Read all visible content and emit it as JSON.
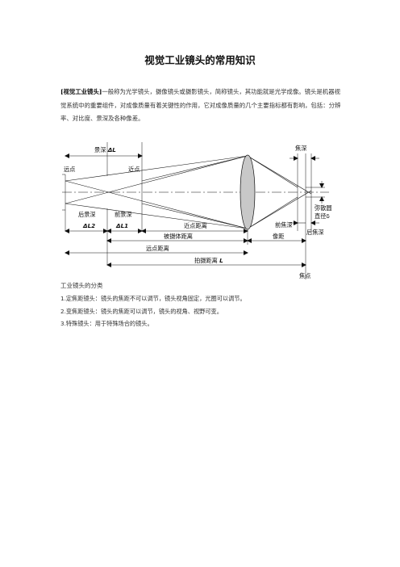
{
  "document": {
    "title": "视觉工业镜头的常用知识",
    "intro_lead": "[视觉工业镜头]",
    "intro_text": "一般称为光学镜头，摄像镜头或摄影镜头，简称镜头，其功能就是光学成像。镜头是机器视觉系统中的重要组件，对成像质量有着关键性的作用，它对成像质量的几个主要指标都有影响，包括：分辨率、对比度、景深及各种像差。",
    "section_title": "工业镜头的分类",
    "list": [
      {
        "num": "1.",
        "text": "定焦距镜头：镜头的焦距不可以调节，镜头视角固定，光圈可以调节。"
      },
      {
        "num": "2.",
        "text": "变焦距镜头：镜头的焦距可以调节，镜头的视角、视野可变。"
      },
      {
        "num": "3.",
        "text": "特殊镜头：用于特殊场合的镜头。"
      }
    ]
  },
  "diagram": {
    "labels": {
      "depth_of_field": "景深",
      "delta_L": "ΔL",
      "far_point": "远点",
      "near_point": "近点",
      "rear_depth": "后景深",
      "front_depth": "前景深",
      "delta_L2": "ΔL2",
      "delta_L1": "ΔL1",
      "near_distance": "近点距离",
      "object_distance": "被摄体距离",
      "image_distance": "像距",
      "far_distance": "远点距离",
      "shooting_distance": "拍摄距离",
      "shooting_L": "L",
      "focal_depth": "焦深",
      "front_focal_depth": "前焦深",
      "rear_focal_depth": "后焦深",
      "coc_line1": "弥散圆",
      "coc_line2": "直径δ",
      "focal_point": "焦点"
    },
    "colors": {
      "lens_fill": "#c8c8c8",
      "line": "#111111"
    }
  }
}
